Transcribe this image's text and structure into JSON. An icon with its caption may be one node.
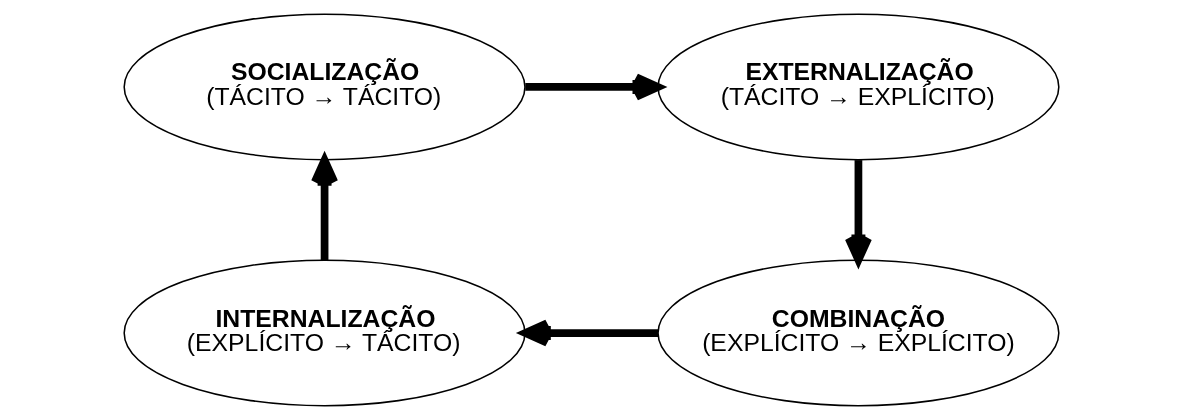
{
  "diagram": {
    "nodes": [
      {
        "text": [
          "SOCIALIZAÇÃO",
          "(TÁCITO → TÁCITO)"
        ]
      },
      {
        "text": [
          "EXTERNALIZAÇÃO",
          "(TÁCITO → EXPLÍCITO)"
        ]
      },
      {
        "text": [
          "COMBINAÇÃO",
          "(EXPLÍCITO → EXPLÍCITO)"
        ]
      },
      {
        "text": [
          "INTERNALIZAÇÃO",
          "(EXPLÍCITO → TÁCITO)"
        ]
      }
    ],
    "edges": [
      {
        "from": 0,
        "to": 1,
        "arrow": "to"
      },
      {
        "from": 1,
        "to": 2,
        "arrow": "to"
      },
      {
        "from": 2,
        "to": 3,
        "arrow": "to"
      },
      {
        "from": 3,
        "to": 0,
        "arrow": "to"
      }
    ]
  }
}
